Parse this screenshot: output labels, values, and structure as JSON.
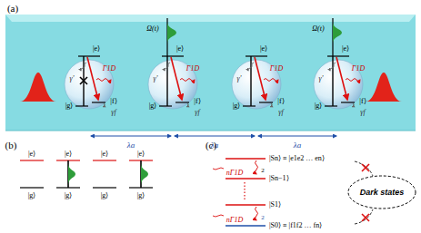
{
  "diagram": {
    "nodes": [
      {
        "text": [
          "Dark states"
        ]
      }
    ],
    "labels": [
      "(a)",
      "|e⟩",
      "γ'",
      "Γ1D",
      "|g⟩",
      "γf",
      "|f⟩",
      "|e⟩",
      "γ'",
      "Γ1D",
      "|g⟩",
      "γf",
      "|f⟩",
      "|e⟩",
      "γ'",
      "Γ1D",
      "|g⟩",
      "γf",
      "|f⟩",
      "|e⟩",
      "γ'",
      "Γ1D",
      "|g⟩",
      "γf",
      "|f⟩",
      "Ω(t)",
      "Ω(t)",
      "λa",
      "λa",
      "λa",
      "(b)",
      "|e⟩",
      "|g⟩",
      "|e⟩",
      "|g⟩",
      "|e⟩",
      "|g⟩",
      "|e⟩",
      "|g⟩",
      "(c)",
      "|Sn⟩ ≡ |e1e2 … en⟩",
      "|Sn−1⟩",
      "|S1⟩",
      "|S0⟩ ≡ |f1f2 … fn⟩",
      "nΓ1D",
      "nΓ1D",
      "2",
      "2"
    ]
  }
}
